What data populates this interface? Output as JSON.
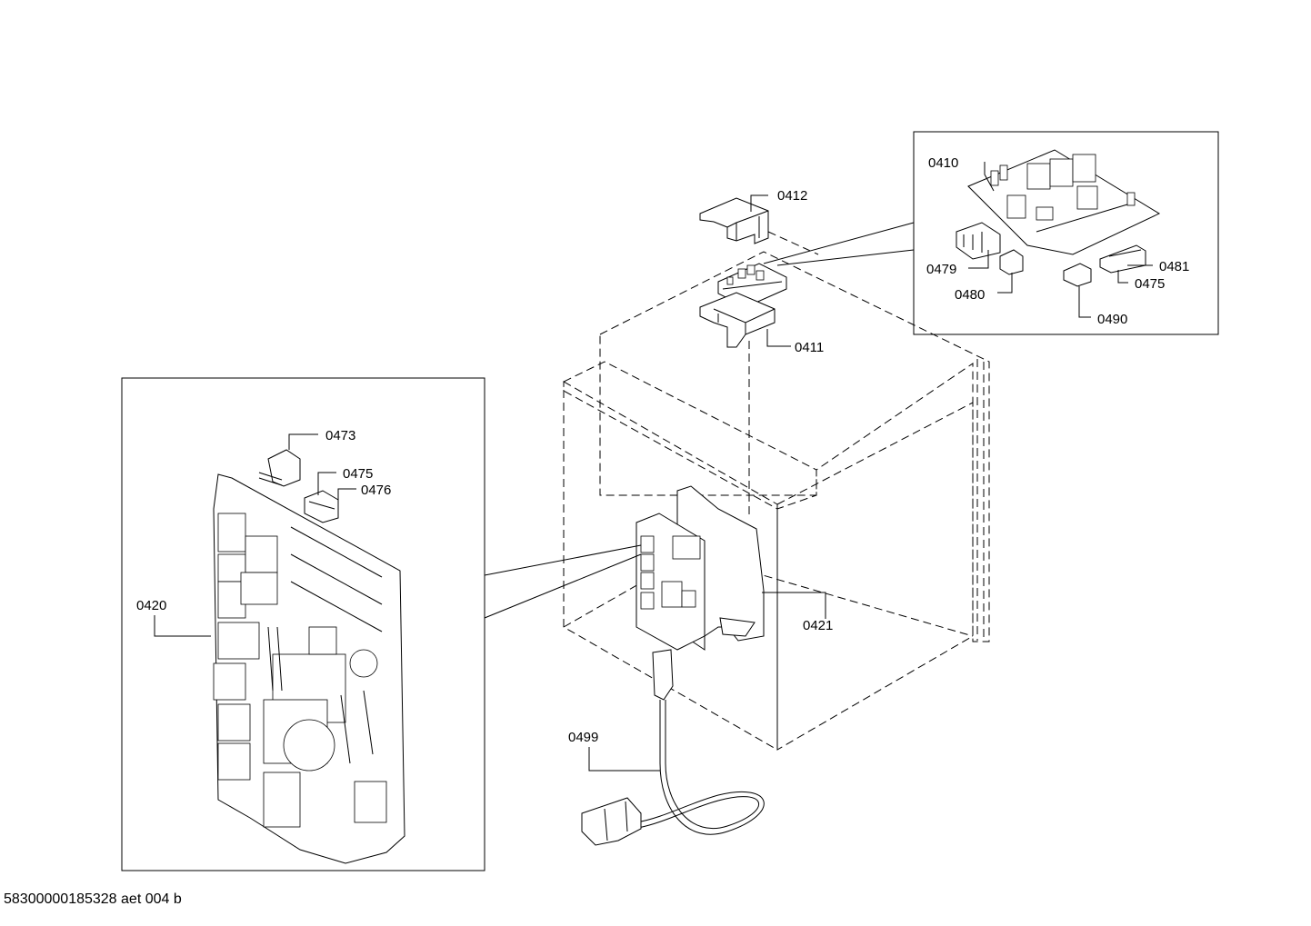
{
  "labels": {
    "p0410": "0410",
    "p0411": "0411",
    "p0412": "0412",
    "p0420": "0420",
    "p0421": "0421",
    "p0473": "0473",
    "p0475_left": "0475",
    "p0476": "0476",
    "p0479": "0479",
    "p0480": "0480",
    "p0481": "0481",
    "p0475_right": "0475",
    "p0490": "0490",
    "p0499": "0499"
  },
  "footer": "58300000185328 aet 004 b",
  "colors": {
    "line": "#000000",
    "background": "#ffffff"
  }
}
